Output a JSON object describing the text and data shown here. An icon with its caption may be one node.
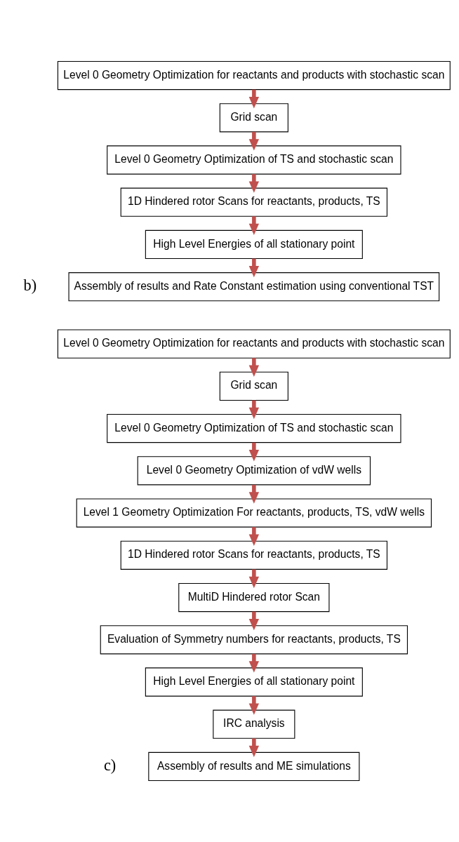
{
  "diagram": {
    "nodes": [
      {
        "text": [
          "Level 0 Geometry Optimization for reactants and products with stochastic scan"
        ]
      },
      {
        "text": [
          "Grid scan"
        ]
      },
      {
        "text": [
          "Level 0 Geometry Optimization of TS and stochastic scan"
        ]
      },
      {
        "text": [
          "1D Hindered rotor Scans for reactants, products, TS"
        ]
      },
      {
        "text": [
          "High Level Energies of all stationary point"
        ]
      },
      {
        "text": [
          "Assembly of results and Rate Constant estimation using conventional TST"
        ]
      },
      {
        "text": [
          "Level 0 Geometry Optimization for reactants and products with stochastic scan"
        ]
      },
      {
        "text": [
          "Grid scan"
        ]
      },
      {
        "text": [
          "Level 0 Geometry Optimization of TS and stochastic scan"
        ]
      },
      {
        "text": [
          "Level 0 Geometry Optimization of vdW wells"
        ]
      },
      {
        "text": [
          "Level 1 Geometry Optimization For reactants, products, TS, vdW wells"
        ]
      },
      {
        "text": [
          "1D Hindered rotor Scans for reactants, products, TS"
        ]
      },
      {
        "text": [
          "MultiD Hindered rotor Scan"
        ]
      },
      {
        "text": [
          "Evaluation of Symmetry numbers for reactants, products, TS"
        ]
      },
      {
        "text": [
          "High Level Energies of all stationary point"
        ]
      },
      {
        "text": [
          "IRC analysis"
        ]
      },
      {
        "text": [
          "Assembly of results and ME simulations"
        ]
      }
    ],
    "edges": [
      {
        "from": 0,
        "to": 1,
        "arrow": "to"
      },
      {
        "from": 1,
        "to": 2,
        "arrow": "to"
      },
      {
        "from": 2,
        "to": 3,
        "arrow": "to"
      },
      {
        "from": 3,
        "to": 4,
        "arrow": "to"
      },
      {
        "from": 4,
        "to": 5,
        "arrow": "to"
      },
      {
        "from": 6,
        "to": 7,
        "arrow": "to"
      },
      {
        "from": 7,
        "to": 8,
        "arrow": "to"
      },
      {
        "from": 8,
        "to": 9,
        "arrow": "to"
      },
      {
        "from": 9,
        "to": 10,
        "arrow": "to"
      },
      {
        "from": 10,
        "to": 11,
        "arrow": "to"
      },
      {
        "from": 11,
        "to": 12,
        "arrow": "to"
      },
      {
        "from": 12,
        "to": 13,
        "arrow": "to"
      },
      {
        "from": 13,
        "to": 14,
        "arrow": "to"
      },
      {
        "from": 14,
        "to": 15,
        "arrow": "to"
      },
      {
        "from": 15,
        "to": 16,
        "arrow": "to"
      }
    ],
    "labels": [
      "b)",
      "c)"
    ]
  }
}
